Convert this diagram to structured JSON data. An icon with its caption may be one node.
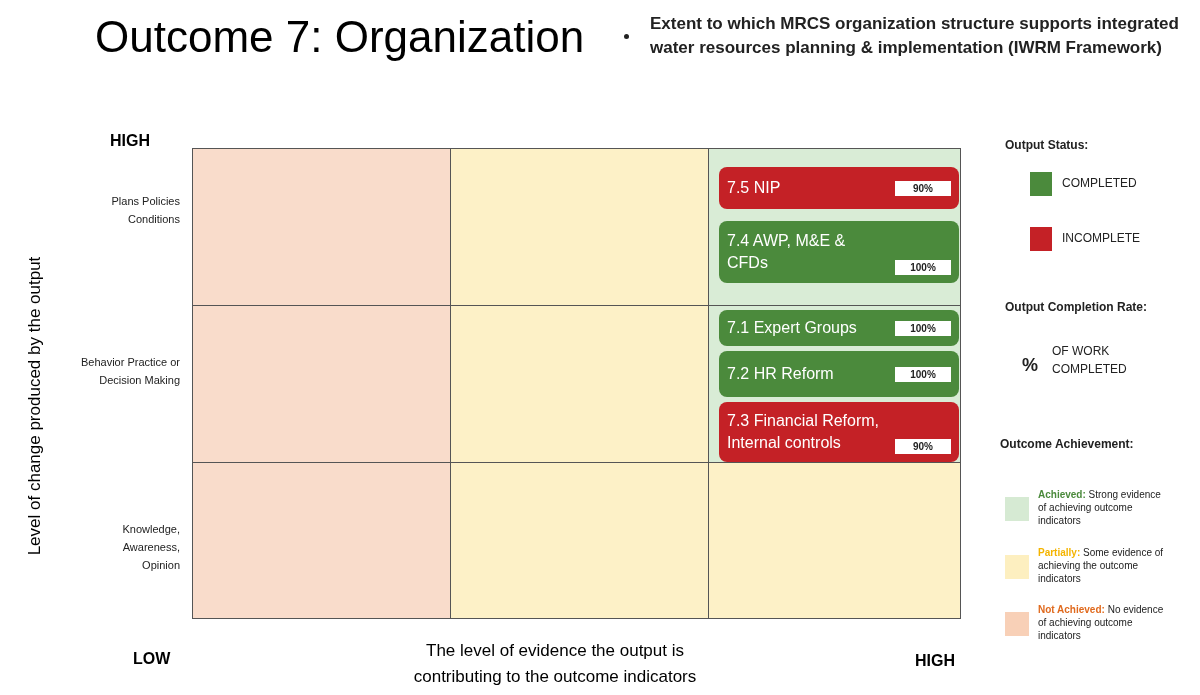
{
  "diagram": {
    "title": "Outcome 7: Organization",
    "nodes": [
      {
        "text": [],
        "shape": "box"
      },
      {
        "text": [],
        "shape": "box"
      },
      {
        "text": [],
        "shape": "box"
      },
      {
        "text": [],
        "shape": "box"
      },
      {
        "text": [],
        "shape": "box"
      },
      {
        "text": [],
        "shape": "box"
      },
      {
        "text": [],
        "shape": "box"
      },
      {
        "text": [],
        "shape": "box"
      },
      {
        "text": [],
        "shape": "box"
      },
      {
        "text": [
          "7.5 NIP",
          "90%"
        ],
        "in": 2
      },
      {
        "text": [
          "7.4 AWP, M&E & CFDs",
          "100%"
        ],
        "in": 2
      },
      {
        "text": [
          "7.1 Expert Groups",
          "100%"
        ],
        "in": 5
      },
      {
        "text": [
          "7.2 HR Reform",
          "100%"
        ],
        "in": 5
      },
      {
        "text": [
          "7.3 Financial Reform, Internal controls",
          "90%"
        ],
        "in": 5
      }
    ],
    "labels": [
      "Extent to which MRCS organization structure supports integrated water resources planning & implementation (IWRM Framework)",
      "HIGH",
      "Plans Policies Conditions",
      "Behavior Practice or Decision Making",
      "Knowledge, Awareness, Opinion",
      "LOW",
      "Level of change produced by the output",
      "The level of evidence the output is contributing to the outcome indicators",
      "HIGH",
      "Output Status:",
      "Output Completion Rate:",
      "%",
      "OF WORK COMPLETED",
      "Outcome Achievement:"
    ],
    "legend": [
      {
        "text": "COMPLETED",
        "color": "#4b8a3c"
      },
      {
        "text": "INCOMPLETE",
        "color": "#c42126"
      },
      {
        "text": "**Achieved:** Strong evidence of achieving outcome indicators",
        "color": "#d6ead3"
      },
      {
        "text": "**Partially:** Some evidence of achieving the outcome indicators",
        "color": "#fdefc0"
      },
      {
        "text": "**Not Achieved:** No evidence of achieving outcome indicators",
        "color": "#f8d0b7"
      }
    ]
  }
}
